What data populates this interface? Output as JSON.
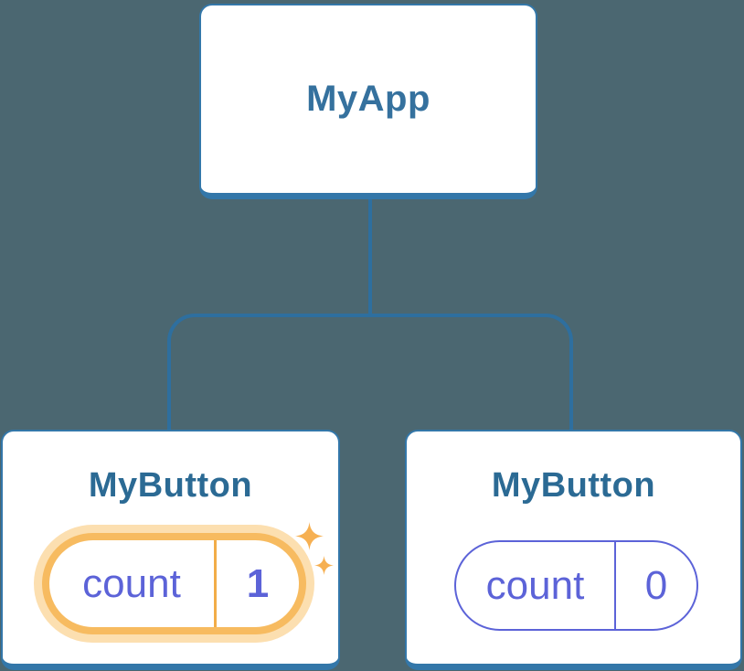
{
  "diagram": {
    "type": "component-tree",
    "root": {
      "title": "MyApp"
    },
    "children": [
      {
        "title": "MyButton",
        "state_label": "count",
        "state_value": "1",
        "highlighted": true
      },
      {
        "title": "MyButton",
        "state_label": "count",
        "state_value": "0",
        "highlighted": false
      }
    ]
  },
  "colors": {
    "background": "#4b6771",
    "card_fill": "#ffffff",
    "card_border": "#3377a9",
    "connector": "#2e6f9f",
    "root_title_text": "#35719e",
    "child_title_text": "#2b6a94",
    "state_purple": "#5c63d8",
    "highlight_orange": "#f7bb60",
    "highlight_glow": "#fcdfb0",
    "sparkle_orange": "#f6b052"
  }
}
